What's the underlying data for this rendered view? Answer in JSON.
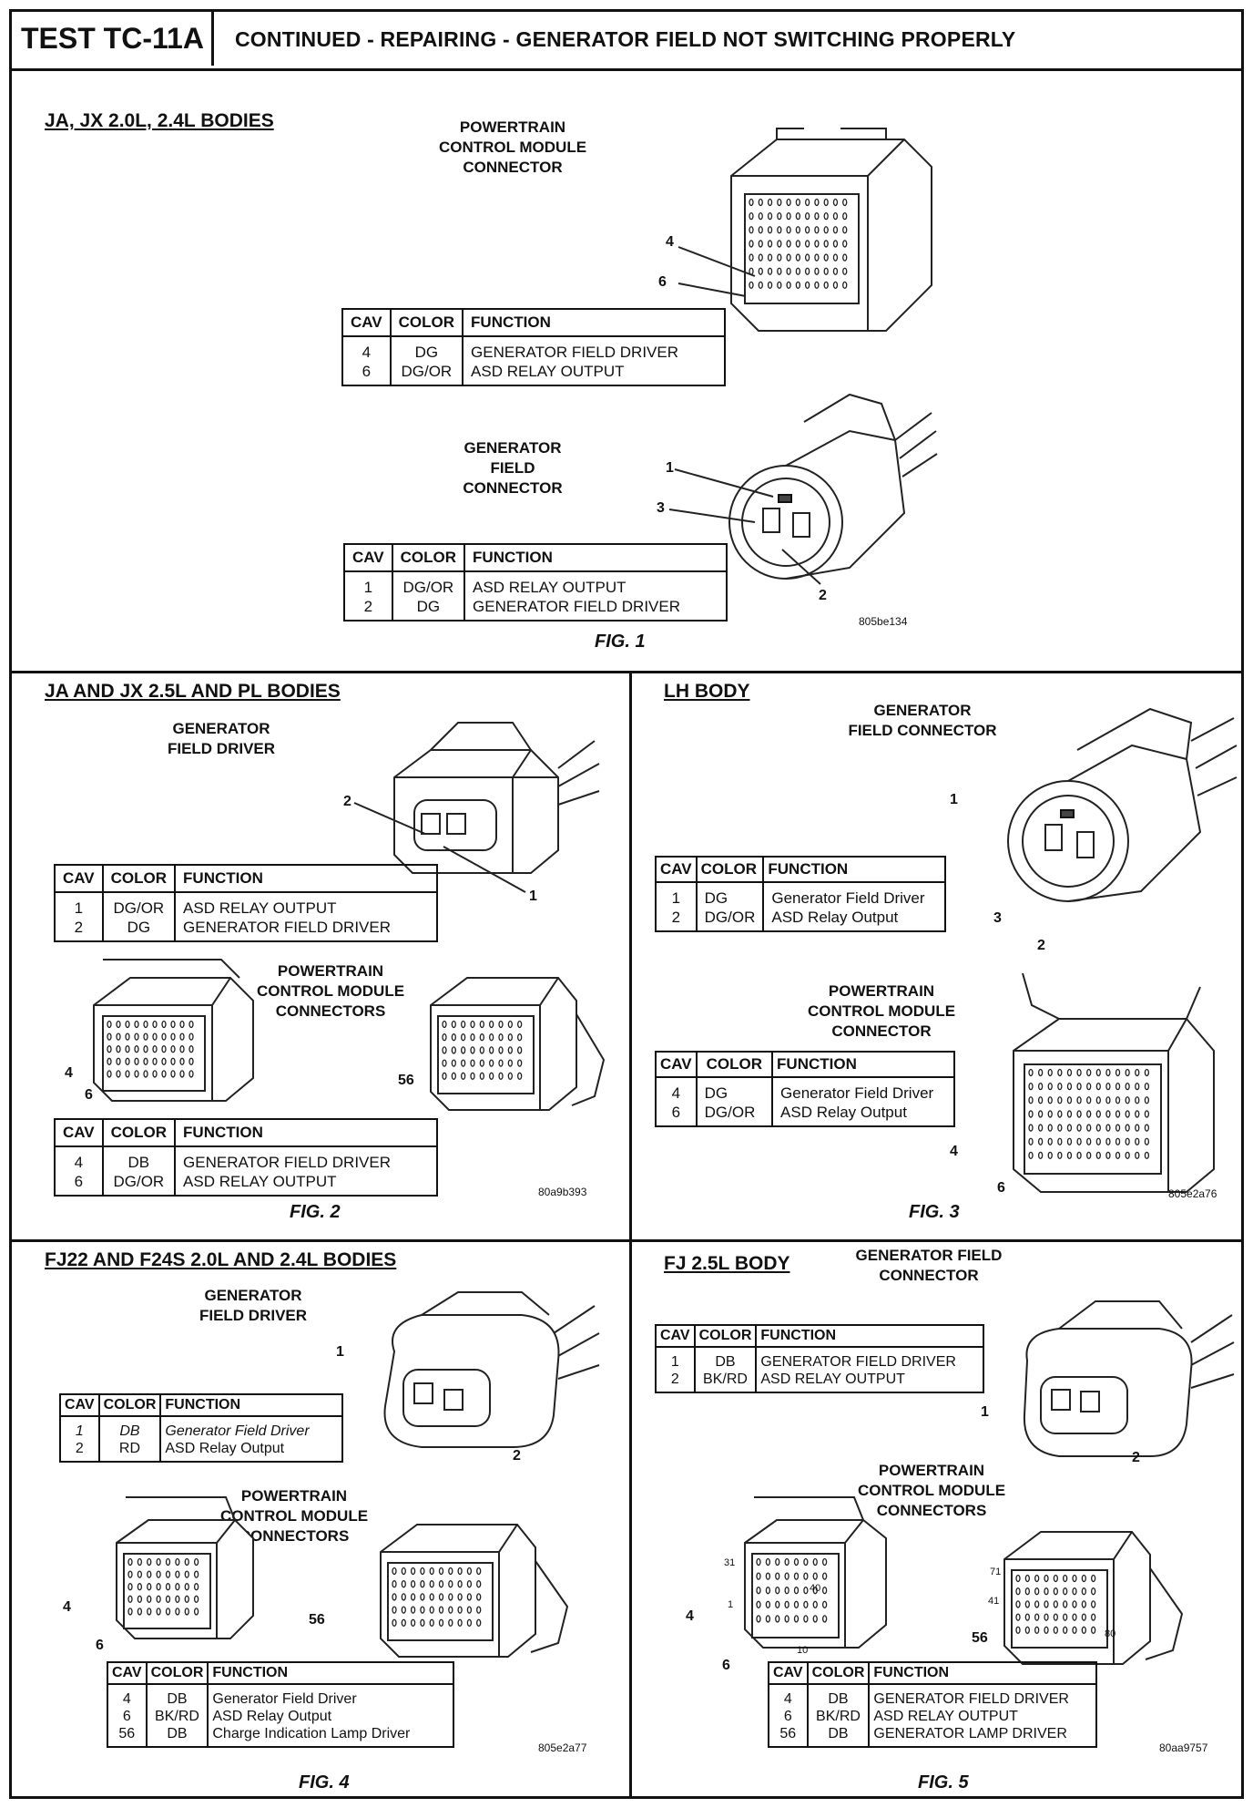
{
  "header": {
    "test_id": "TEST TC-11A",
    "title": "CONTINUED - REPAIRING - GENERATOR FIELD NOT SWITCHING PROPERLY"
  },
  "fig1": {
    "heading": "JA, JX 2.0L, 2.4L BODIES",
    "pcm_label": "POWERTRAIN\nCONTROL MODULE\nCONNECTOR",
    "pcm_table": {
      "headers": [
        "CAV",
        "COLOR",
        "FUNCTION"
      ],
      "rows": [
        [
          "4",
          "DG",
          "GENERATOR FIELD DRIVER"
        ],
        [
          "6",
          "DG/OR",
          "ASD RELAY OUTPUT"
        ]
      ]
    },
    "pcm_callouts": [
      "4",
      "6"
    ],
    "gen_label": "GENERATOR\nFIELD\nCONNECTOR",
    "gen_table": {
      "headers": [
        "CAV",
        "COLOR",
        "FUNCTION"
      ],
      "rows": [
        [
          "1",
          "DG/OR",
          "ASD RELAY OUTPUT"
        ],
        [
          "2",
          "DG",
          "GENERATOR FIELD DRIVER"
        ]
      ]
    },
    "gen_callouts": [
      "1",
      "3",
      "2"
    ],
    "code": "805be134",
    "caption": "FIG. 1"
  },
  "fig2": {
    "heading": "JA AND JX 2.5L AND PL BODIES",
    "gen_label": "GENERATOR\nFIELD DRIVER",
    "gen_table": {
      "headers": [
        "CAV",
        "COLOR",
        "FUNCTION"
      ],
      "rows": [
        [
          "1",
          "DG/OR",
          "ASD RELAY OUTPUT"
        ],
        [
          "2",
          "DG",
          "GENERATOR FIELD DRIVER"
        ]
      ]
    },
    "gen_callouts": [
      "2",
      "1"
    ],
    "pcm_label": "POWERTRAIN\nCONTROL MODULE\nCONNECTORS",
    "pcm_callouts": [
      "4",
      "6",
      "56"
    ],
    "pcm_table": {
      "headers": [
        "CAV",
        "COLOR",
        "FUNCTION"
      ],
      "rows": [
        [
          "4",
          "DB",
          "GENERATOR FIELD DRIVER"
        ],
        [
          "6",
          "DG/OR",
          "ASD RELAY OUTPUT"
        ]
      ]
    },
    "code": "80a9b393",
    "caption": "FIG. 2"
  },
  "fig3": {
    "heading": "LH BODY",
    "gen_label": "GENERATOR\nFIELD CONNECTOR",
    "gen_table": {
      "headers": [
        "CAV",
        "COLOR",
        "FUNCTION"
      ],
      "rows": [
        [
          "1",
          "DG",
          "Generator Field Driver"
        ],
        [
          "2",
          "DG/OR",
          "ASD Relay Output"
        ]
      ]
    },
    "gen_callouts": [
      "1",
      "3",
      "2"
    ],
    "pcm_label": "POWERTRAIN\nCONTROL MODULE\nCONNECTOR",
    "pcm_table": {
      "headers": [
        "CAV",
        "COLOR",
        "FUNCTION"
      ],
      "rows": [
        [
          "4",
          "DG",
          "Generator Field Driver"
        ],
        [
          "6",
          "DG/OR",
          "ASD Relay Output"
        ]
      ]
    },
    "pcm_callouts": [
      "4",
      "6"
    ],
    "code": "805e2a76",
    "caption": "FIG. 3"
  },
  "fig4": {
    "heading": "FJ22 AND F24S 2.0L AND 2.4L BODIES",
    "gen_label": "GENERATOR\nFIELD DRIVER",
    "gen_table": {
      "headers": [
        "CAV",
        "COLOR",
        "FUNCTION"
      ],
      "rows": [
        [
          "1",
          "DB",
          "Generator Field Driver"
        ],
        [
          "2",
          "RD",
          "ASD Relay Output"
        ]
      ]
    },
    "gen_callouts": [
      "1",
      "2"
    ],
    "pcm_label": "POWERTRAIN\nCONTROL MODULE\nCONNECTORS",
    "pcm_callouts": [
      "4",
      "6",
      "56"
    ],
    "pcm_table": {
      "headers": [
        "CAV",
        "COLOR",
        "FUNCTION"
      ],
      "rows": [
        [
          "4",
          "DB",
          "Generator Field Driver"
        ],
        [
          "6",
          "BK/RD",
          "ASD Relay Output"
        ],
        [
          "56",
          "DB",
          "Charge Indication Lamp Driver"
        ]
      ]
    },
    "code": "805e2a77",
    "caption": "FIG. 4"
  },
  "fig5": {
    "heading": "FJ 2.5L BODY",
    "gen_label": "GENERATOR FIELD\nCONNECTOR",
    "gen_table": {
      "headers": [
        "CAV",
        "COLOR",
        "FUNCTION"
      ],
      "rows": [
        [
          "1",
          "DB",
          "GENERATOR FIELD DRIVER"
        ],
        [
          "2",
          "BK/RD",
          "ASD RELAY OUTPUT"
        ]
      ]
    },
    "gen_callouts": [
      "1",
      "2"
    ],
    "pcm_label": "POWERTRAIN\nCONTROL MODULE\nCONNECTORS",
    "pcm_callouts": [
      "4",
      "6",
      "56"
    ],
    "pcm_pin_marks": [
      "31",
      "40",
      "1",
      "10",
      "71",
      "41",
      "80"
    ],
    "pcm_table": {
      "headers": [
        "CAV",
        "COLOR",
        "FUNCTION"
      ],
      "rows": [
        [
          "4",
          "DB",
          "GENERATOR FIELD DRIVER"
        ],
        [
          "6",
          "BK/RD",
          "ASD RELAY OUTPUT"
        ],
        [
          "56",
          "DB",
          "GENERATOR LAMP DRIVER"
        ]
      ]
    },
    "code": "80aa9757",
    "caption": "FIG. 5"
  }
}
